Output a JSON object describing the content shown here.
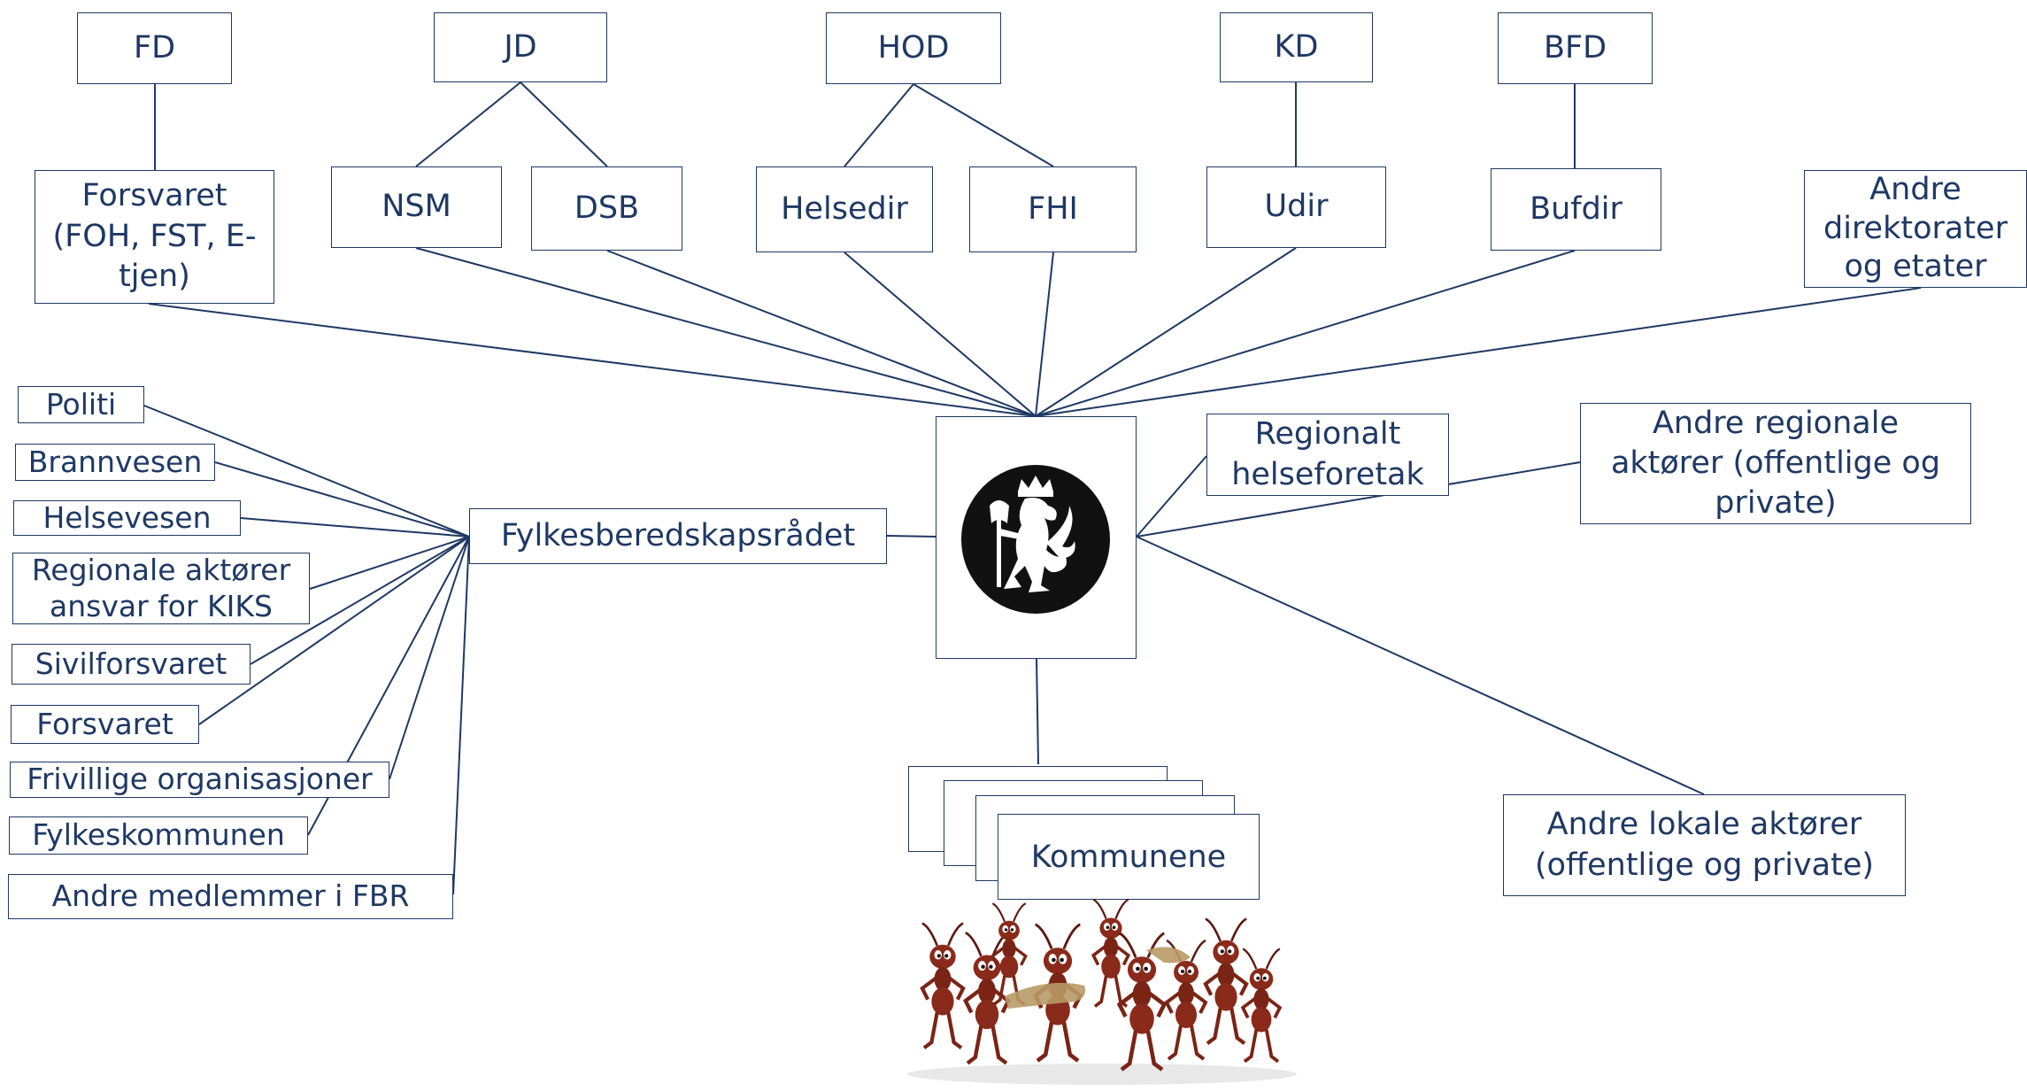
{
  "ministries": {
    "fd": "FD",
    "jd": "JD",
    "hod": "HOD",
    "kd": "KD",
    "bfd": "BFD"
  },
  "agencies": {
    "forsvaret": "Forsvaret\n(FOH, FST, E-\ntjen)",
    "nsm": "NSM",
    "dsb": "DSB",
    "helsedir": "Helsedir",
    "fhi": "FHI",
    "udir": "Udir",
    "bufdir": "Bufdir",
    "andre_dir": "Andre\ndirektorater\nog etater"
  },
  "center": {
    "fbr": "Fylkesberedskapsrådet",
    "emblem": "coat-of-arms"
  },
  "right": {
    "regionalt": "Regionalt\nhelseforetak",
    "andre_regionale": "Andre regionale\naktører (offentlige og\nprivate)",
    "andre_lokale": "Andre lokale aktører\n(offentlige og private)"
  },
  "bottom": {
    "kommunene": "Kommunene"
  },
  "members": {
    "politi": "Politi",
    "brannvesen": "Brannvesen",
    "helsevesen": "Helsevesen",
    "regionale": "Regionale aktører\nansvar for KIKS",
    "sivilforsvaret": "Sivilforsvaret",
    "forsvaret": "Forsvaret",
    "frivillige": "Frivillige organisasjoner",
    "fylkeskommunen": "Fylkeskommunen",
    "andre_medlemmer": "Andre medlemmer i FBR"
  },
  "colors": {
    "line": "#1f3864",
    "ant": "#8a2a1a"
  }
}
